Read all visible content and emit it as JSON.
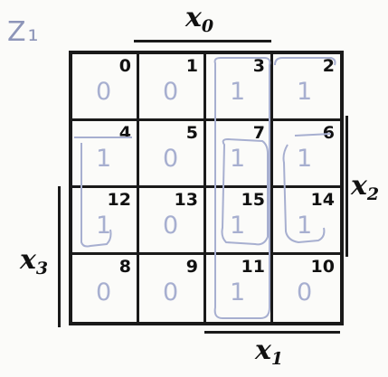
{
  "map_label": "Z₁",
  "vars": {
    "x0": {
      "base": "x",
      "sub": "0"
    },
    "x1": {
      "base": "x",
      "sub": "1"
    },
    "x2": {
      "base": "x",
      "sub": "2"
    },
    "x3": {
      "base": "x",
      "sub": "3"
    }
  },
  "cells": [
    {
      "index": "0",
      "value": "0"
    },
    {
      "index": "1",
      "value": "0"
    },
    {
      "index": "3",
      "value": "1"
    },
    {
      "index": "2",
      "value": "1"
    },
    {
      "index": "4",
      "value": "1"
    },
    {
      "index": "5",
      "value": "0"
    },
    {
      "index": "7",
      "value": "1"
    },
    {
      "index": "6",
      "value": "1"
    },
    {
      "index": "12",
      "value": "1"
    },
    {
      "index": "13",
      "value": "0"
    },
    {
      "index": "15",
      "value": "1"
    },
    {
      "index": "14",
      "value": "1"
    },
    {
      "index": "8",
      "value": "0"
    },
    {
      "index": "9",
      "value": "0"
    },
    {
      "index": "11",
      "value": "1"
    },
    {
      "index": "10",
      "value": "0"
    }
  ],
  "colors": {
    "ink": "#1a1a1a",
    "pencil": "#a7afd0"
  }
}
